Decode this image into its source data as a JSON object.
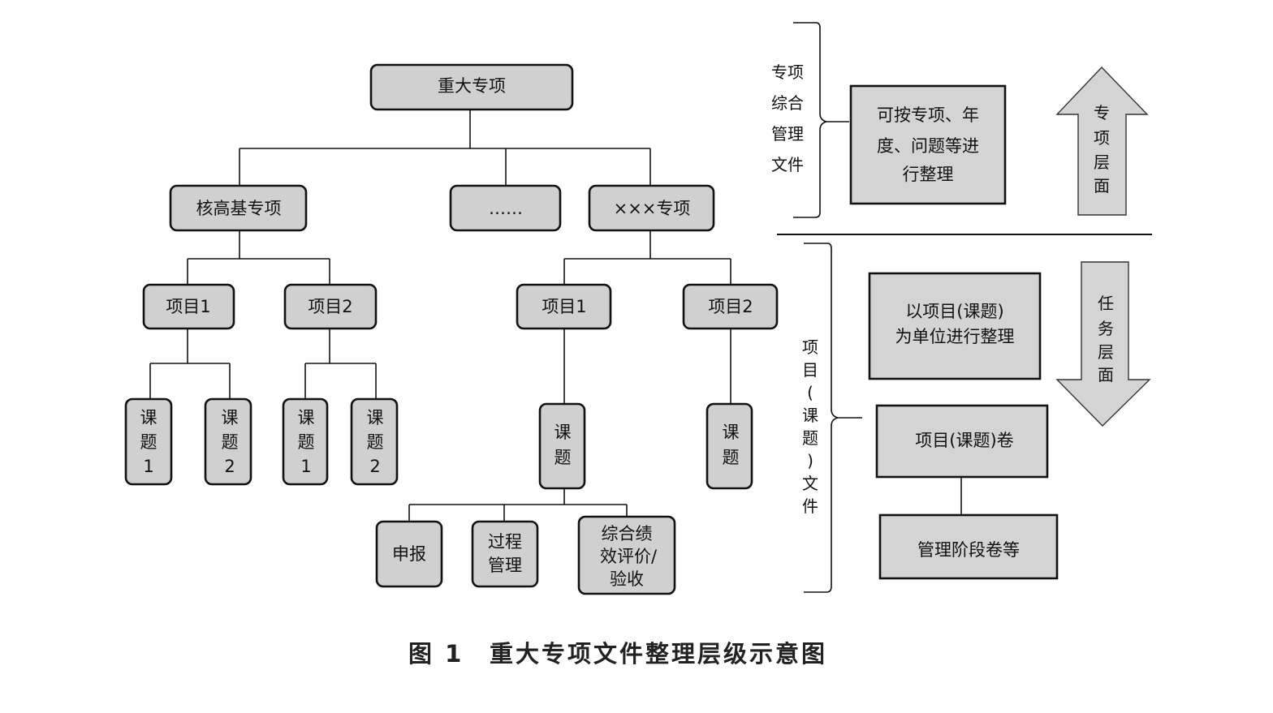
{
  "tree": {
    "root": "重大专项",
    "level1": [
      "核高基专项",
      "……",
      "×××专项"
    ],
    "left_projects": [
      "项目1",
      "项目2"
    ],
    "left_topics": [
      [
        "课",
        "题",
        "1"
      ],
      [
        "课",
        "题",
        "2"
      ],
      [
        "课",
        "题",
        "1"
      ],
      [
        "课",
        "题",
        "2"
      ]
    ],
    "right_projects": [
      "项目1",
      "项目2"
    ],
    "right_topics": [
      [
        "课",
        "题"
      ],
      [
        "课",
        "题"
      ]
    ],
    "stages": [
      [
        "申报"
      ],
      [
        "过程",
        "管理"
      ],
      [
        "综合绩",
        "效评价/",
        "验收"
      ]
    ]
  },
  "upper_section": {
    "brace_label": [
      "专项",
      "综合",
      "管理",
      "文件"
    ],
    "box_text": [
      "可按专项、年",
      "度、问题等进",
      "行整理"
    ],
    "arrow_label": [
      "专",
      "项",
      "层",
      "面"
    ]
  },
  "lower_section": {
    "brace_label": [
      "项",
      "目",
      "(",
      "课",
      "题",
      ")",
      "文",
      "件"
    ],
    "box1_text": [
      "以项目(课题)",
      "为单位进行整理"
    ],
    "box2_text": "项目(课题)卷",
    "box3_text": "管理阶段卷等",
    "arrow_label": [
      "任",
      "务",
      "层",
      "面"
    ]
  },
  "caption": {
    "figure_no": "图 1",
    "title": "重大专项文件整理层级示意图"
  }
}
